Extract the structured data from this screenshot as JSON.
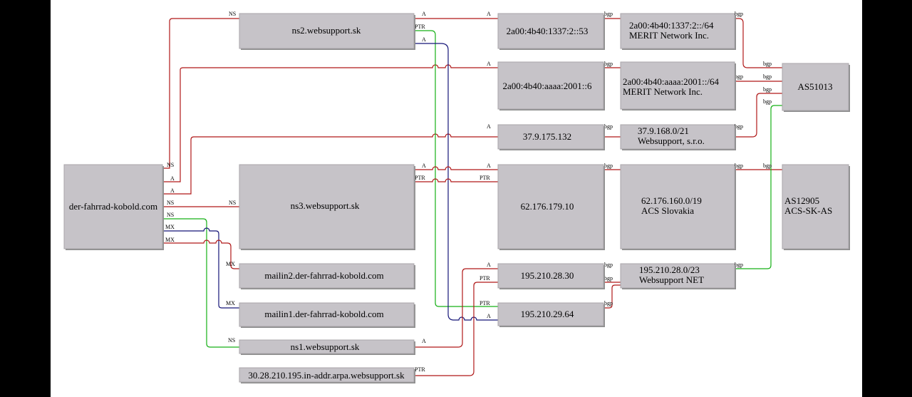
{
  "nodes": {
    "domain": "der-fahrrad-kobold.com",
    "ns2": "ns2.websupport.sk",
    "ns3": "ns3.websupport.sk",
    "ns1": "ns1.websupport.sk",
    "mailin2": "mailin2.der-fahrrad-kobold.com",
    "mailin1": "mailin1.der-fahrrad-kobold.com",
    "ptr_zone": "30.28.210.195.in-addr.arpa.websupport.sk",
    "ip6_53": "2a00:4b40:1337:2::53",
    "ip6_6": "2a00:4b40:aaaa:2001::6",
    "ip_37": "37.9.175.132",
    "ip_62": "62.176.179.10",
    "ip_195_30": "195.210.28.30",
    "ip_195_64": "195.210.29.64",
    "net_1337": [
      "2a00:4b40:1337:2::/64",
      "MERIT Network Inc."
    ],
    "net_aaaa": [
      "2a00:4b40:aaaa:2001::/64",
      "MERIT Network Inc."
    ],
    "net_37": [
      "37.9.168.0/21",
      "Websupport, s.r.o."
    ],
    "net_62": [
      "62.176.160.0/19",
      "ACS Slovakia"
    ],
    "net_195": [
      "195.210.28.0/23",
      "Websupport NET"
    ],
    "as51013": "AS51013",
    "as12905": [
      "AS12905",
      "ACS-SK-AS"
    ]
  },
  "edge_labels": {
    "ns": "NS",
    "a": "A",
    "mx": "MX",
    "ptr": "PTR",
    "bgp": "bgp"
  },
  "colors": {
    "background": "#ffffff",
    "frame": "#000000",
    "node_fill": "#c6c3c8",
    "edge_red": "#b01818",
    "edge_green": "#16b016",
    "edge_blue": "#141478"
  }
}
